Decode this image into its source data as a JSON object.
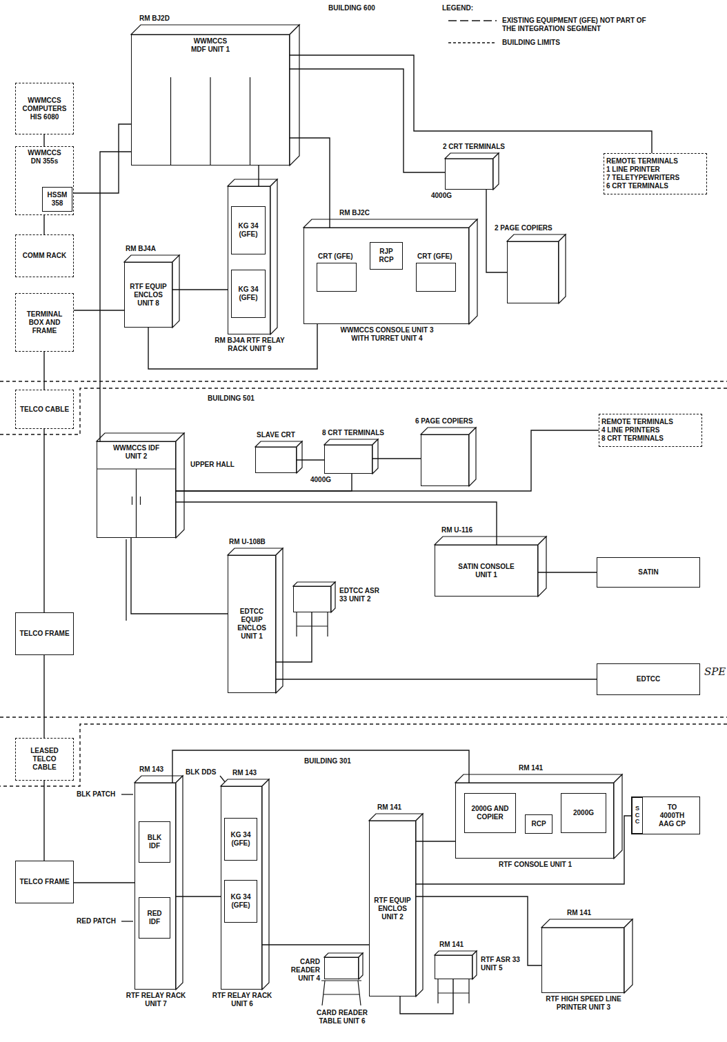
{
  "diagram": {
    "nodes": [
      {
        "text": [
          "RM BJ2D",
          "WWMCCS MDF UNIT 1"
        ]
      },
      {
        "text": [
          "WWMCCS COMPUTERS HIS 6080"
        ]
      },
      {
        "text": [
          "WWMCCS DN 355s"
        ]
      },
      {
        "text": [
          "HSSM 358"
        ],
        "in": 2
      },
      {
        "text": [
          "COMM RACK"
        ]
      },
      {
        "text": [
          "TERMINAL BOX AND FRAME"
        ]
      },
      {
        "text": [
          "RM BJ4A",
          "RTF EQUIP ENCLOS UNIT 8"
        ]
      },
      {
        "text": [
          "RM BJ4A RTF RELAY RACK UNIT 9"
        ]
      },
      {
        "text": [
          "KG 34 (GFE)"
        ],
        "in": 7
      },
      {
        "text": [
          "KG 34 (GFE)"
        ],
        "in": 7
      },
      {
        "text": [
          "RM BJ2C",
          "WWMCCS CONSOLE UNIT 3 WITH TURRET UNIT 4"
        ]
      },
      {
        "text": [
          "CRT (GFE)"
        ],
        "in": 10
      },
      {
        "text": [
          "RJP RCP"
        ],
        "in": 10
      },
      {
        "text": [
          "CRT (GFE)"
        ],
        "in": 10
      },
      {
        "text": [
          "2 CRT TERMINALS",
          "4000G"
        ]
      },
      {
        "text": [
          "2 PAGE COPIERS"
        ]
      },
      {
        "text": [
          "REMOTE TERMINALS",
          "1 LINE PRINTER",
          "7 TELETYPEWRITERS",
          "6 CRT TERMINALS"
        ]
      },
      {
        "text": [
          "TELCO CABLE"
        ]
      },
      {
        "text": [
          "WWMCCS IDF UNIT 2"
        ]
      },
      {
        "text": [
          "SLAVE CRT"
        ]
      },
      {
        "text": [
          "8 CRT TERMINALS",
          "4000G"
        ]
      },
      {
        "text": [
          "6 PAGE COPIERS"
        ]
      },
      {
        "text": [
          "REMOTE TERMINALS",
          "4 LINE PRINTERS",
          "8 CRT TERMINALS"
        ]
      },
      {
        "text": [
          "TELCO FRAME"
        ]
      },
      {
        "text": [
          "RM U-108B",
          "EDTCC EQUIP ENCLOS UNIT 1"
        ]
      },
      {
        "text": [
          "EDTCC ASR 33 UNIT 2"
        ]
      },
      {
        "text": [
          "RM U-116",
          "SATIN CONSOLE UNIT 1"
        ]
      },
      {
        "text": [
          "SATIN"
        ]
      },
      {
        "text": [
          "EDTCC"
        ]
      },
      {
        "text": [
          "LEASED TELCO CABLE"
        ]
      },
      {
        "text": [
          "RM 141",
          "RTF CONSOLE UNIT 1"
        ]
      },
      {
        "text": [
          "2000G AND COPIER"
        ],
        "in": 30
      },
      {
        "text": [
          "RCP"
        ],
        "in": 30
      },
      {
        "text": [
          "2000G"
        ],
        "in": 30
      },
      {
        "text": [
          "TO 4000TH AAG CP"
        ]
      },
      {
        "text": [
          "SCC"
        ],
        "in": 34
      },
      {
        "text": [
          "TELCO FRAME"
        ]
      },
      {
        "text": [
          "RM 143",
          "RTF RELAY RACK UNIT 7"
        ]
      },
      {
        "text": [
          "BLK IDF"
        ],
        "in": 37
      },
      {
        "text": [
          "RED IDF"
        ],
        "in": 37
      },
      {
        "text": [
          "RM 143",
          "RTF RELAY RACK UNIT 6"
        ]
      },
      {
        "text": [
          "KG 34 (GFE)"
        ],
        "in": 40
      },
      {
        "text": [
          "KG 34 (GFE)"
        ],
        "in": 40
      },
      {
        "text": [
          "RM 141",
          "RTF EQUIP ENCLOS UNIT 2"
        ]
      },
      {
        "text": [
          "CARD READER UNIT 4",
          "CARD READER TABLE UNIT 6"
        ]
      },
      {
        "text": [
          "RM 141",
          "RTF ASR 33 UNIT 5"
        ]
      },
      {
        "text": [
          "RM 141",
          "RTF HIGH SPEED LINE PRINTER UNIT 3"
        ]
      }
    ],
    "edges": [
      {
        "from": 1,
        "to": 2,
        "arrow": "none"
      },
      {
        "from": 2,
        "to": 4,
        "arrow": "none"
      },
      {
        "from": 3,
        "to": 0,
        "arrow": "none"
      },
      {
        "from": 5,
        "to": 6,
        "arrow": "none"
      },
      {
        "from": 6,
        "to": 7,
        "arrow": "none"
      },
      {
        "from": 6,
        "to": 10,
        "arrow": "none"
      },
      {
        "from": 0,
        "to": 10,
        "arrow": "none"
      },
      {
        "from": 0,
        "to": 7,
        "arrow": "none"
      },
      {
        "from": 0,
        "to": 14,
        "arrow": "none"
      },
      {
        "from": 0,
        "to": 16,
        "arrow": "none"
      },
      {
        "from": 14,
        "to": 15,
        "arrow": "none"
      },
      {
        "from": 0,
        "to": 18,
        "arrow": "none"
      },
      {
        "from": 5,
        "to": 17,
        "arrow": "none"
      },
      {
        "from": 17,
        "to": 23,
        "arrow": "none"
      },
      {
        "from": 23,
        "to": 29,
        "arrow": "none"
      },
      {
        "from": 29,
        "to": 36,
        "arrow": "none"
      },
      {
        "from": 18,
        "to": 24,
        "arrow": "none"
      },
      {
        "from": 18,
        "to": 26,
        "arrow": "none"
      },
      {
        "from": 18,
        "to": 22,
        "arrow": "none"
      },
      {
        "from": 18,
        "to": 20,
        "arrow": "none"
      },
      {
        "from": 19,
        "to": 20,
        "arrow": "none"
      },
      {
        "from": 20,
        "to": 21,
        "arrow": "none"
      },
      {
        "from": 24,
        "to": 25,
        "arrow": "none"
      },
      {
        "from": 24,
        "to": 28,
        "arrow": "none"
      },
      {
        "from": 26,
        "to": 27,
        "arrow": "none"
      },
      {
        "from": 36,
        "to": 37,
        "arrow": "none"
      },
      {
        "from": 37,
        "to": 40,
        "arrow": "none"
      },
      {
        "from": 37,
        "to": 30,
        "arrow": "none"
      },
      {
        "from": 40,
        "to": 43,
        "arrow": "none"
      },
      {
        "from": 43,
        "to": 30,
        "arrow": "none"
      },
      {
        "from": 43,
        "to": 35,
        "arrow": "none"
      },
      {
        "from": 43,
        "to": 46,
        "arrow": "none"
      },
      {
        "from": 43,
        "to": 45,
        "arrow": "none"
      }
    ],
    "labels": [
      "BUILDING 600",
      "LEGEND:",
      "BUILDING 501",
      "UPPER HALL",
      "SPE",
      "BUILDING 301",
      "BLK PATCH",
      "RED PATCH",
      "BLK DDS"
    ],
    "legend": [
      {
        "text": "EXISTING EQUIPMENT (GFE) NOT PART OF THE INTEGRATION SEGMENT"
      },
      {
        "text": "BUILDING LIMITS"
      }
    ]
  }
}
